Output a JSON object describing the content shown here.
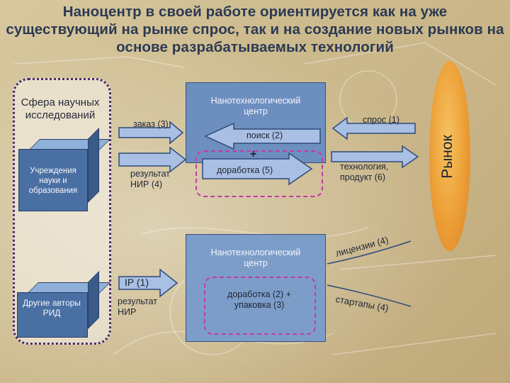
{
  "title": "Наноцентр в своей работе ориентируется как на уже существующий на рынке спрос, так и на создание новых рынков на основе разрабатываемых технологий",
  "research_sphere": "Сфера научных исследований",
  "institutions": "Учреждения науки и образования",
  "other_authors": "Другие авторы РИД",
  "nanocenter_top": "Нанотехнологический центр",
  "nanocenter_bottom": "Нанотехнологический центр",
  "order": "заказ (3)",
  "demand": "спрос (1)",
  "search": "поиск (2)",
  "plus": "+",
  "rnd_result_4": "результат НИР (4)",
  "refinement_5": "доработка (5)",
  "tech_product": "технология, продукт (6)",
  "market": "Рынок",
  "ip": "IP (1)",
  "rnd_result": "результат НИР",
  "refinement_packaging": "доработка (2) + упаковка (3)",
  "licenses": "лицензии (4)",
  "startups": "стартапы (4)",
  "colors": {
    "arrow_fill": "#a9bfe3",
    "arrow_stroke": "#2e4a7a",
    "market": "#ec9e35",
    "dashed": "#c23aa6"
  }
}
